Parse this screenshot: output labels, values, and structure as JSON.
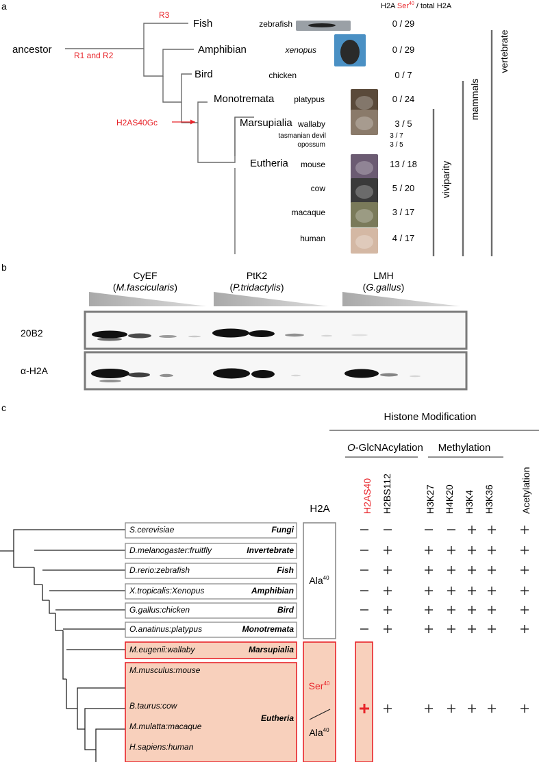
{
  "colors": {
    "accent_red": "#e8242a",
    "box_fill": "#f8d0bc",
    "line": "#6b6b6b",
    "dark": "#222222"
  },
  "panel_a": {
    "label": "a",
    "header_prefix": "H2A ",
    "header_red": "Ser",
    "header_sup": "40",
    "header_suffix": " / total H2A",
    "root": "ancestor",
    "events": {
      "r1r2": "R1 and R2",
      "r3": "R3",
      "h2as40gc": "H2AS40Gc"
    },
    "clades": {
      "fish": "Fish",
      "amphibian": "Amphibian",
      "bird": "Bird",
      "monotremata": "Monotremata",
      "marsupialia": "Marsupialia",
      "eutheria": "Eutheria"
    },
    "species": [
      {
        "name": "zebrafish",
        "ratio": "0 / 29",
        "italic": false,
        "icon": "zebrafish-photo"
      },
      {
        "name": "xenopus",
        "ratio": "0 / 29",
        "italic": true,
        "icon": "xenopus-photo"
      },
      {
        "name": "chicken",
        "ratio": "0 / 7",
        "italic": false,
        "icon": ""
      },
      {
        "name": "platypus",
        "ratio": "0 / 24",
        "italic": false,
        "icon": "platypus-photo"
      },
      {
        "name": "wallaby",
        "ratio": "3 / 5",
        "italic": false,
        "icon": "wallaby-photo"
      },
      {
        "name": "tasmanian devil",
        "ratio": "3 / 7",
        "italic": false,
        "icon": ""
      },
      {
        "name": "opossum",
        "ratio": "3 / 5",
        "italic": false,
        "icon": ""
      },
      {
        "name": "mouse",
        "ratio": "13 / 18",
        "italic": false,
        "icon": "mouse-photo"
      },
      {
        "name": "cow",
        "ratio": "5 / 20",
        "italic": false,
        "icon": "cow-photo"
      },
      {
        "name": "macaque",
        "ratio": "3 / 17",
        "italic": false,
        "icon": "macaque-photo"
      },
      {
        "name": "human",
        "ratio": "4 / 17",
        "italic": false,
        "icon": "human-photo"
      }
    ],
    "brackets": {
      "viviparity": "viviparity",
      "mammals": "mammals",
      "vertebrate": "vertebrate"
    }
  },
  "panel_b": {
    "label": "b",
    "cells": [
      {
        "name": "CyEF",
        "species": "M.fascicularis"
      },
      {
        "name": "PtK2",
        "species": "P.tridactylis"
      },
      {
        "name": "LMH",
        "species": "G.gallus"
      }
    ],
    "rows": [
      "20B2",
      "α-H2A"
    ]
  },
  "panel_c": {
    "label": "c",
    "header": "Histone Modification",
    "groups": {
      "oglc_italic": "O",
      "oglc_rest": "-GlcNAcylation",
      "methylation": "Methylation"
    },
    "h2a_header": "H2A",
    "columns": [
      "H2AS40",
      "H2BS112",
      "H3K27",
      "H4K20",
      "H3K4",
      "H3K36",
      "Acetylation"
    ],
    "ala_label": "Ala",
    "ser_label": "Ser",
    "sup40": "40",
    "taxa": [
      {
        "species": "S.cerevisiae",
        "group": "Fungi",
        "marks": [
          "—",
          "—",
          "—",
          "—",
          "+",
          "+",
          "+"
        ]
      },
      {
        "species": "D.melanogaster:fruitfly",
        "group": "Invertebrate",
        "marks": [
          "—",
          "+",
          "+",
          "+",
          "+",
          "+",
          "+"
        ]
      },
      {
        "species": "D.rerio:zebrafish",
        "group": "Fish",
        "marks": [
          "—",
          "+",
          "+",
          "+",
          "+",
          "+",
          "+"
        ]
      },
      {
        "species": "X.tropicalis:Xenopus",
        "group": "Amphibian",
        "marks": [
          "—",
          "+",
          "+",
          "+",
          "+",
          "+",
          "+"
        ]
      },
      {
        "species": "G.gallus:chicken",
        "group": "Bird",
        "marks": [
          "—",
          "+",
          "+",
          "+",
          "+",
          "+",
          "+"
        ]
      },
      {
        "species": "O.anatinus:platypus",
        "group": "Monotremata",
        "marks": [
          "—",
          "+",
          "+",
          "+",
          "+",
          "+",
          "+"
        ]
      },
      {
        "species": "M.eugenii:wallaby",
        "group": "Marsupialia"
      },
      {
        "species": "M.musculus:mouse",
        "group": ""
      },
      {
        "species": "B.taurus:cow",
        "group": "Eutheria"
      },
      {
        "species": "M.mulatta:macaque",
        "group": ""
      },
      {
        "species": "H.sapiens:human",
        "group": ""
      }
    ],
    "mammal_marks": [
      "+",
      "+",
      "+",
      "+",
      "+",
      "+",
      "+"
    ]
  }
}
